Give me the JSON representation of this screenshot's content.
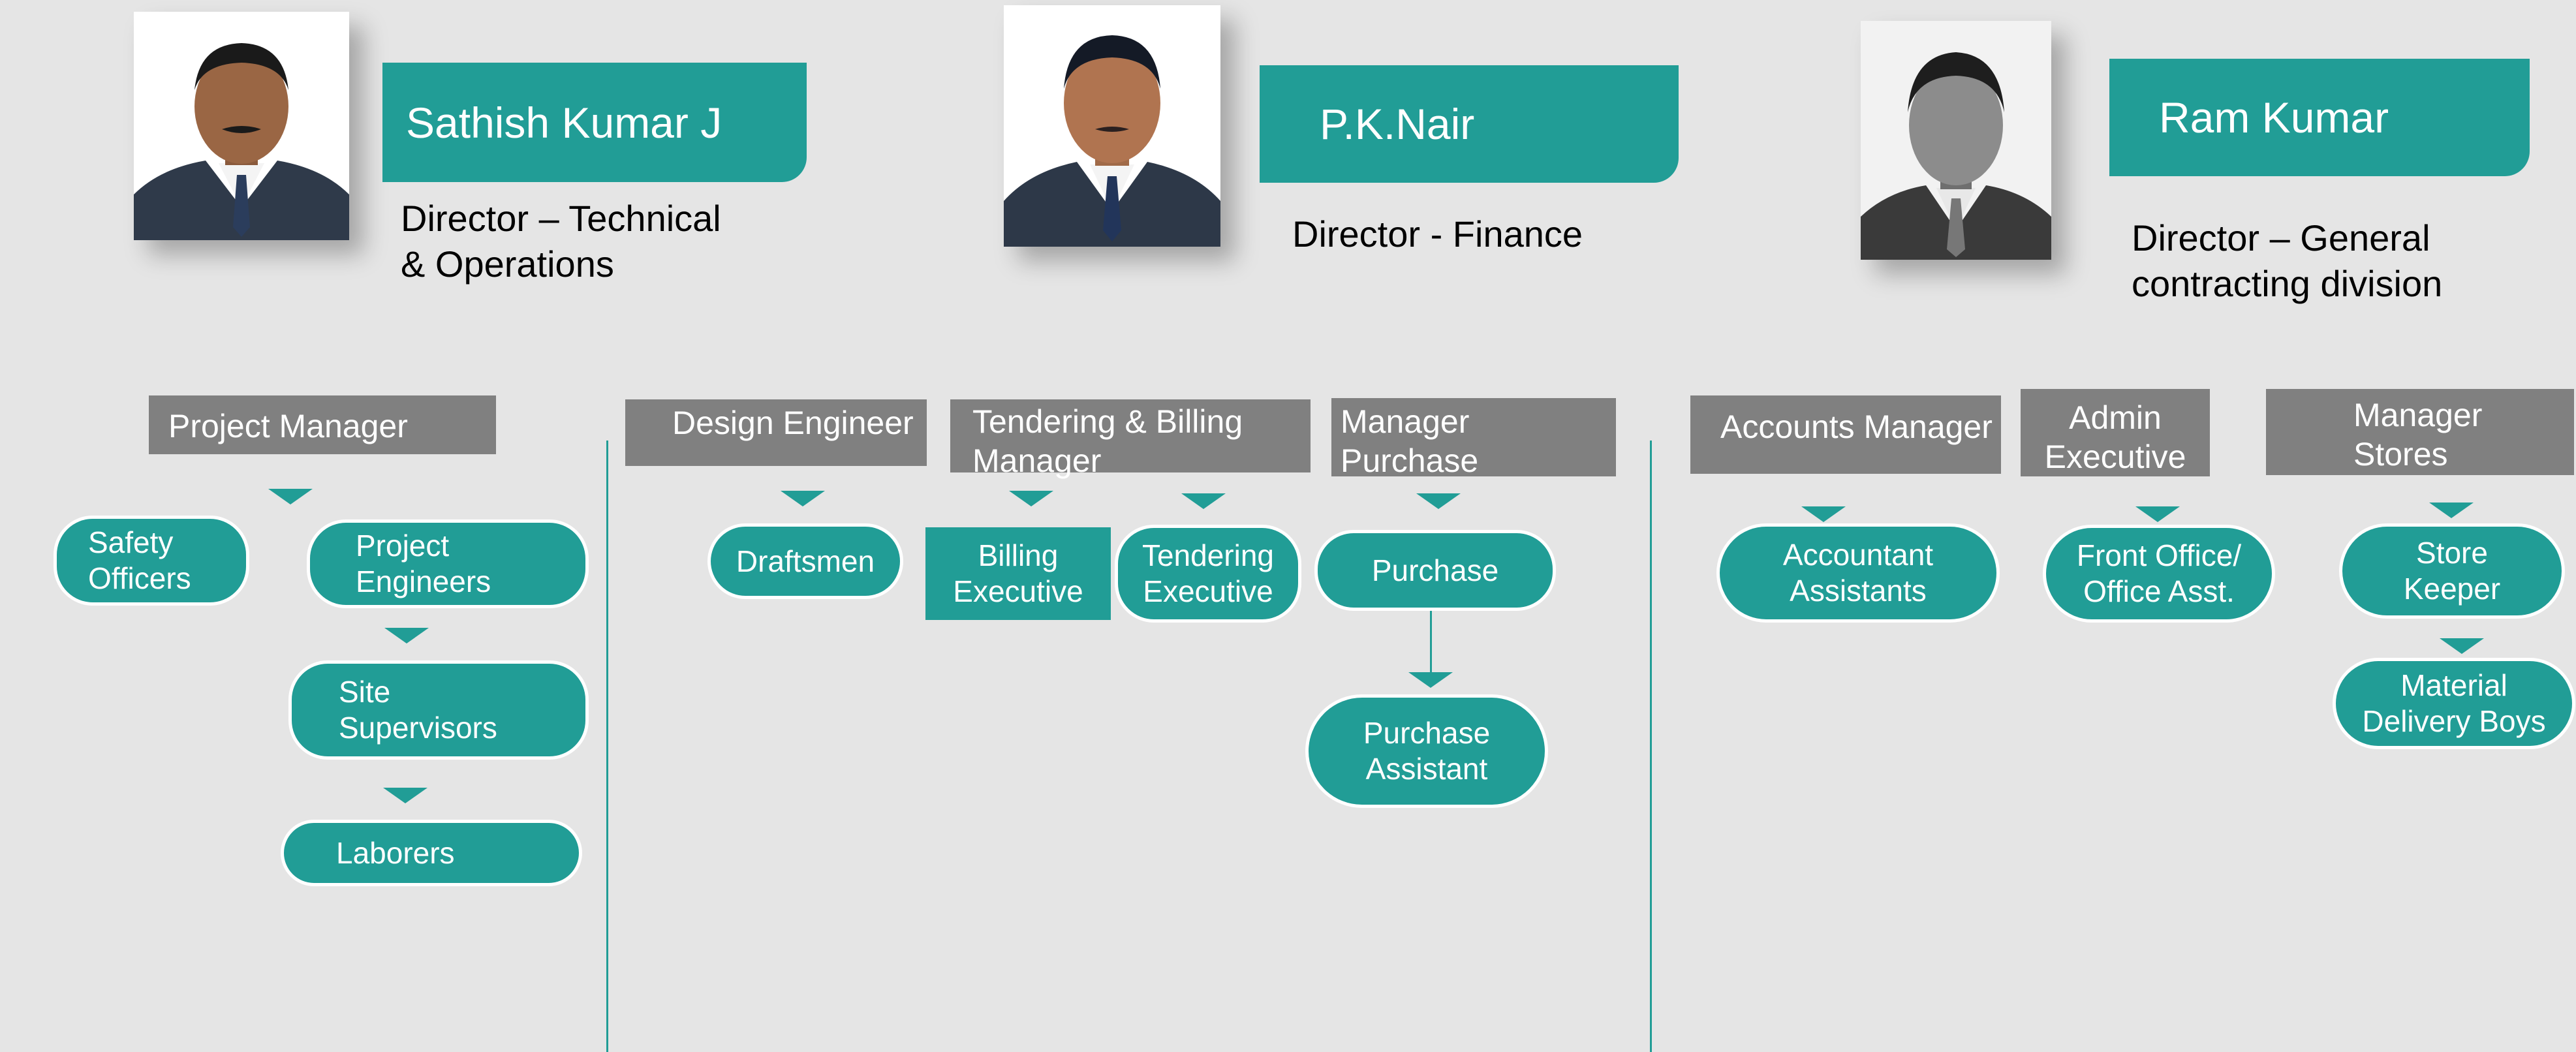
{
  "directors": [
    {
      "name": "Sathish Kumar J",
      "title_lines": [
        "Director – Technical",
        "& Operations"
      ],
      "photo": "portrait-photo"
    },
    {
      "name": "P.K.Nair",
      "title_lines": [
        "Director - Finance"
      ],
      "photo": "portrait-photo"
    },
    {
      "name": "Ram Kumar",
      "title_lines": [
        "Director – General",
        "contracting division"
      ],
      "photo": "portrait-photo-bw"
    }
  ],
  "managers": {
    "project_manager": "Project Manager",
    "design_engineer": "Design Engineer",
    "tendering_billing": [
      "Tendering & Billing",
      "Manager"
    ],
    "manager_purchase": [
      "Manager",
      "Purchase"
    ],
    "accounts_manager": "Accounts Manager",
    "admin_executive": [
      "Admin",
      "Executive"
    ],
    "manager_stores": [
      "Manager",
      "Stores"
    ]
  },
  "staff": {
    "safety_officers": [
      "Safety",
      "Officers"
    ],
    "project_engineers": [
      "Project",
      "Engineers"
    ],
    "site_supervisors": [
      "Site",
      "Supervisors"
    ],
    "laborers": "Laborers",
    "draftsmen": "Draftsmen",
    "billing_executive": [
      "Billing",
      "Executive"
    ],
    "tendering_executive": [
      "Tendering",
      "Executive"
    ],
    "purchase": "Purchase",
    "purchase_assistant": [
      "Purchase",
      "Assistant"
    ],
    "accountant_assistants": [
      "Accountant",
      "Assistants"
    ],
    "front_office": [
      "Front Office/",
      "Office Asst."
    ],
    "store_keeper": [
      "Store",
      "Keeper"
    ],
    "material_delivery": [
      "Material",
      "Delivery Boys"
    ]
  },
  "colors": {
    "teal": "#219d96",
    "grey": "#808080",
    "background": "#e5e5e5"
  }
}
